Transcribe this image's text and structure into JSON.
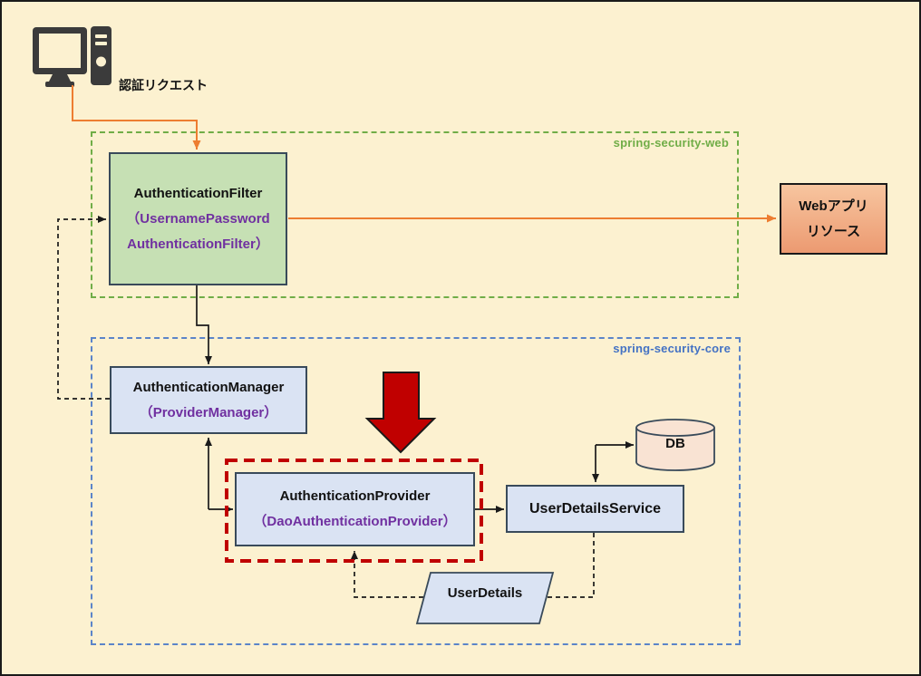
{
  "colors": {
    "background": "#FCF1D0",
    "box_border": "#394A5A",
    "green_fill": "#C6E0B4",
    "blue_fill": "#DAE3F3",
    "salmon_fill": "#F2A980",
    "db_fill": "#F9E3D3",
    "purple_text": "#7030A0",
    "orange_arrow": "#ED7D31",
    "red_accent": "#C00000",
    "web_group_green": "#70AD47",
    "core_group_blue": "#4472C4"
  },
  "labels": {
    "auth_request": "認証リクエスト",
    "web_group": "spring-security-web",
    "core_group": "spring-security-core"
  },
  "nodes": {
    "authentication_filter": {
      "title": "AuthenticationFilter",
      "impl_line1": "（UsernamePassword",
      "impl_line2": "AuthenticationFilter）"
    },
    "web_resource": {
      "line1": "Webアプリ",
      "line2": "リソース"
    },
    "authentication_manager": {
      "title": "AuthenticationManager",
      "impl": "（ProviderManager）"
    },
    "authentication_provider": {
      "title": "AuthenticationProvider",
      "impl": "（DaoAuthenticationProvider）"
    },
    "user_details_service": {
      "title": "UserDetailsService"
    },
    "db": {
      "title": "DB"
    },
    "user_details": {
      "title": "UserDetails"
    }
  }
}
